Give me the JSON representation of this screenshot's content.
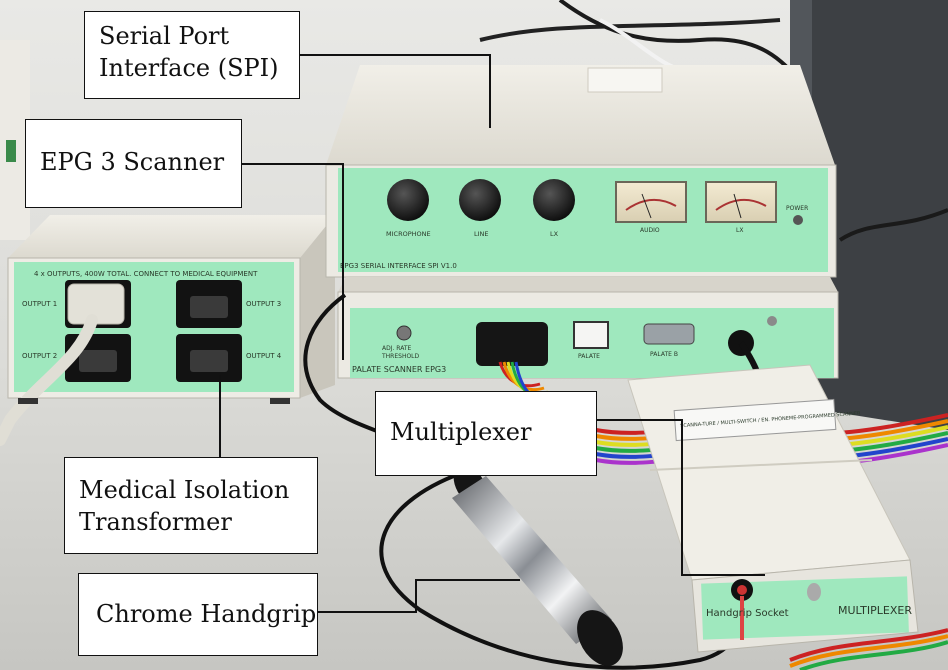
{
  "callouts": {
    "spi": [
      "Serial Port",
      "Interface (SPI)"
    ],
    "scanner": "EPG 3 Scanner",
    "transformer": [
      "Medical Isolation",
      "Transformer"
    ],
    "multiplexer": "Multiplexer",
    "handgrip": "Chrome Handgrip"
  },
  "device_labels": {
    "spi_front": "EPG3 SERIAL INTERFACE SPI V1.0",
    "spi_knob_1": "MICROPHONE",
    "spi_knob_2": "LINE",
    "spi_knob_3": "LX",
    "spi_meter_1": "AUDIO",
    "spi_meter_2": "LX",
    "spi_power": "POWER",
    "scanner_front": "PALATE SCANNER EPG3",
    "scanner_adjust": "ADJ. RATE",
    "scanner_threshold": "THRESHOLD",
    "scanner_palate": "PALATE",
    "scanner_palate_b": "PALATE B",
    "transformer_top": "4 x OUTPUTS, 400W TOTAL. CONNECT TO MEDICAL EQUIPMENT",
    "transformer_out_1": "OUTPUT 1",
    "transformer_out_2": "OUTPUT 2",
    "transformer_out_3": "OUTPUT 3",
    "transformer_out_4": "OUTPUT 4",
    "mux_sticker": "SCANNA-TURE / MULTI-SWITCH / EN. PHONEME-PROGRAMMED SCANNER",
    "mux_socket": "Handgrip Socket",
    "mux_front": "MULTIPLEXER"
  },
  "colors": {
    "panel_green": "#9fe8be",
    "case_beige": "#e6e4dc",
    "background": "#d8d8d4"
  }
}
